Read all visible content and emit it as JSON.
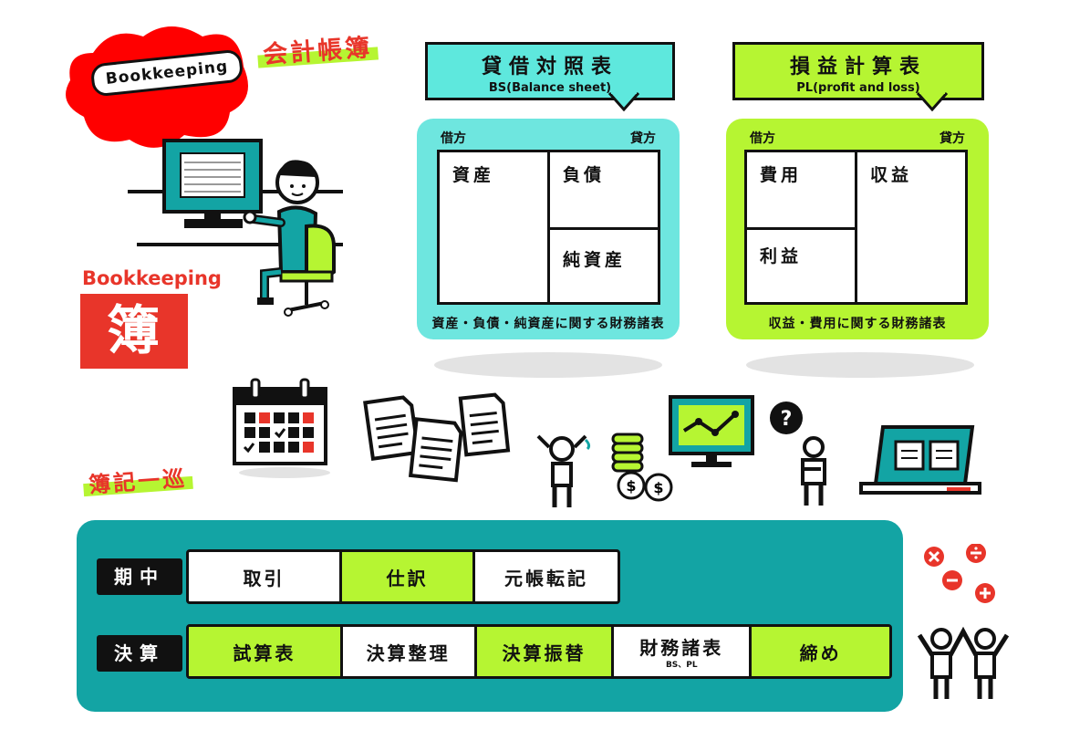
{
  "header": {
    "cloud_label": "Bookkeeping",
    "accounting_books": "会計帳簿",
    "bookkeeping_en": "Bookkeeping",
    "bookkeeping_jp": "簿記"
  },
  "balance_sheet": {
    "title": "貸借対照表",
    "subtitle": "BS(Balance sheet)",
    "debit": "借方",
    "credit": "貸方",
    "assets": "資産",
    "liabilities": "負債",
    "net_assets": "純資産",
    "caption": "資産・負債・純資産に関する財務諸表"
  },
  "profit_loss": {
    "title": "損益計算表",
    "subtitle": "PL(profit and loss)",
    "debit": "借方",
    "credit": "貸方",
    "expenses": "費用",
    "revenue": "収益",
    "profit": "利益",
    "caption": "収益・費用に関する財務諸表"
  },
  "cycle": {
    "title": "簿記一巡",
    "period_label": "期中",
    "period_steps": [
      "取引",
      "仕訳",
      "元帳転記"
    ],
    "closing_label": "決算",
    "closing_steps": [
      "試算表",
      "決算整理",
      "決算振替",
      "財務諸表",
      "締め"
    ],
    "closing_sub": "BS、PL"
  },
  "colors": {
    "teal": "#13a4a4",
    "lime": "#b6f532",
    "aqua": "#6ee6df",
    "red": "#e8352a"
  }
}
